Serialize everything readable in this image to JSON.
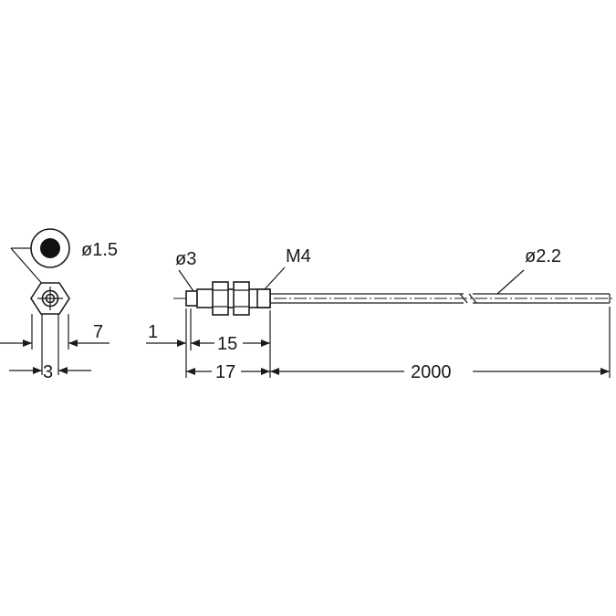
{
  "dimensions": {
    "lens_diameter": "ø1.5",
    "tip_diameter": "ø3",
    "thread": "M4",
    "cable_diameter": "ø2.2",
    "tip_length": "1",
    "thread_length": "15",
    "head_length": "17",
    "cable_length": "2000",
    "width_across_flats": "7",
    "head_width": "3"
  },
  "colors": {
    "line": "#1a1a1a",
    "background": "#ffffff"
  }
}
